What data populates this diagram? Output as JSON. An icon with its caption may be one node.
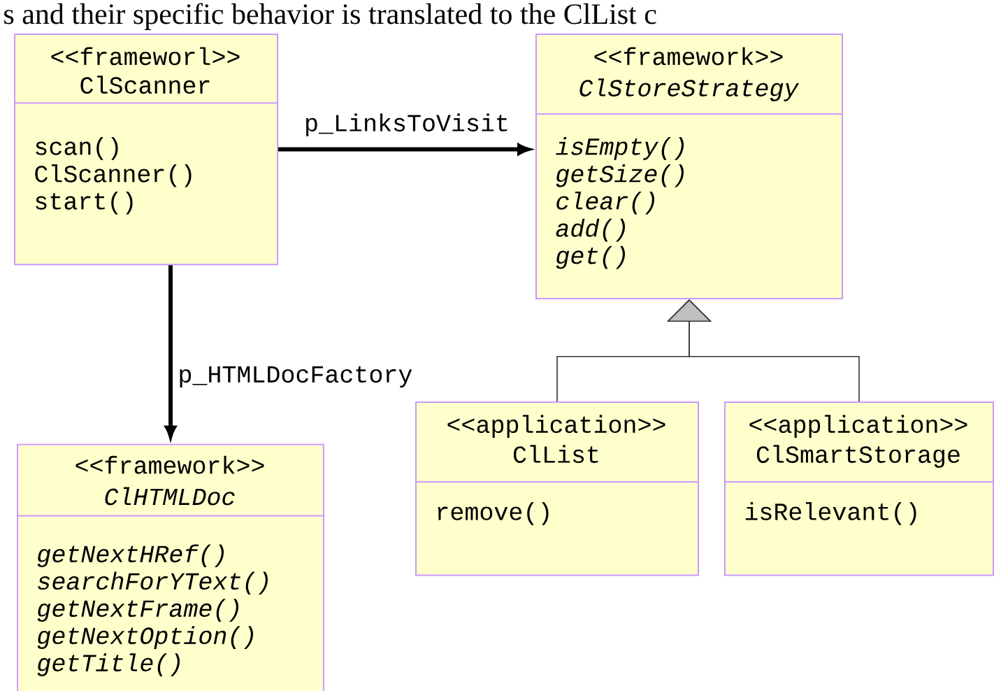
{
  "diagram": {
    "nodes": [
      {
        "text": [
          "<<frameworl>>",
          "ClScanner",
          "scan()",
          "ClScanner()",
          "start()"
        ]
      },
      {
        "text": [
          "<<framework>>",
          "ClStoreStrategy",
          "isEmpty()",
          "getSize()",
          "clear()",
          "add()",
          "get()"
        ]
      },
      {
        "text": [
          "<<framework>>",
          "ClHTMLDoc",
          "getNextHRef()",
          "searchForYText()",
          "getNextFrame()",
          "getNextOption()",
          "getTitle()"
        ]
      },
      {
        "text": [
          "<<application>>",
          "ClList",
          "remove()"
        ]
      },
      {
        "text": [
          "<<application>>",
          "ClSmartStorage",
          "isRelevant()"
        ]
      }
    ],
    "edges": [
      {
        "from": 0,
        "to": 1,
        "arrow": "to",
        "label": "p_LinksToVisit",
        "style": "thick"
      },
      {
        "from": 0,
        "to": 2,
        "arrow": "to",
        "label": "p_HTMLDocFactory",
        "style": "thick"
      },
      {
        "from": 3,
        "to": 1,
        "arrow": "to"
      },
      {
        "from": 4,
        "to": 1,
        "arrow": "to"
      }
    ],
    "labels": [
      "s and their specific behavior is translated to the ClList c"
    ]
  }
}
